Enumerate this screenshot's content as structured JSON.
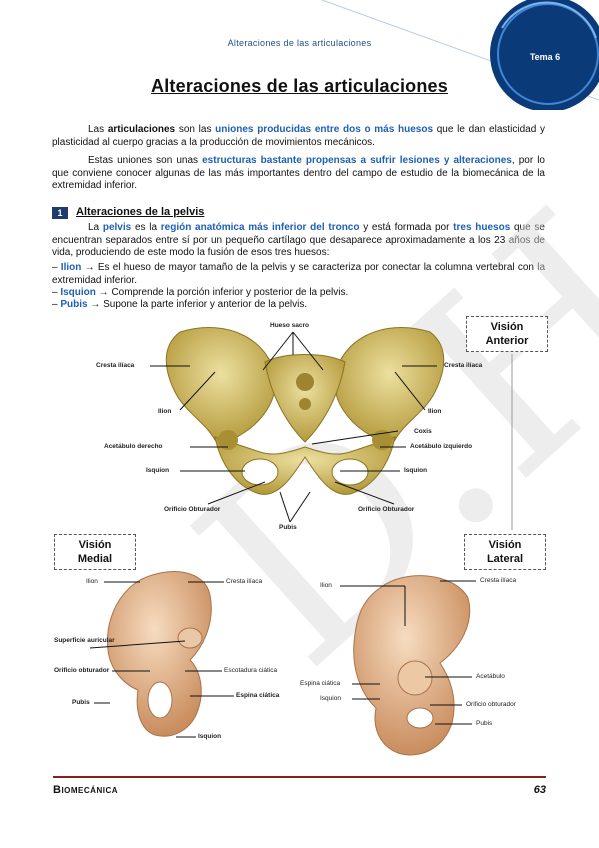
{
  "header": {
    "running_title": "Alteraciones de las articulaciones",
    "tema": "Tema 6"
  },
  "title": "Alteraciones de las articulaciones",
  "intro": {
    "p1": {
      "a": "Las ",
      "b": "articulaciones",
      "c": " son las ",
      "d": "uniones producidas entre dos o más huesos",
      "e": " que le dan elasticidad y plasticidad al cuerpo gracias a la producción de movimientos mecánicos."
    },
    "p2": {
      "a": "Estas uniones son unas ",
      "b": "estructuras bastante propensas a sufrir lesiones y alteraciones",
      "c": ", por lo que conviene conocer algunas de las más importantes dentro del campo de estudio de la biomecánica de la extremidad inferior."
    }
  },
  "section": {
    "number": "1",
    "title": "Alteraciones de la pelvis",
    "p": {
      "a": "La ",
      "b": "pelvis",
      "c": " es la ",
      "d": "región anatómica más inferior del tronco",
      "e": " y está formada por ",
      "f": "tres huesos",
      "g": " que se encuentran separados entre sí por un pequeño cartílago que desaparece aproximadamente a los 23 años de vida, produciendo de este modo la fusión de esos tres huesos:"
    },
    "items": [
      {
        "dash": "– ",
        "name": "Ilion",
        "text": " → Es el hueso de mayor tamaño de la pelvis y se caracteriza por conectar la columna vertebral con la extremidad inferior."
      },
      {
        "dash": "– ",
        "name": "Isquion",
        "text": " → Comprende la porción inferior y posterior de la pelvis."
      },
      {
        "dash": "– ",
        "name": "Pubis",
        "text": " → Supone la parte inferior y anterior de la pelvis."
      }
    ]
  },
  "figure": {
    "anterior": {
      "box": [
        "Visión",
        "Anterior"
      ],
      "labels": {
        "hueso_sacro": "Hueso sacro",
        "cresta_iliaca_l": "Cresta ilíaca",
        "cresta_iliaca_r": "Cresta ilíaca",
        "ilion_l": "Ilion",
        "ilion_r": "Ilion",
        "coxis": "Coxis",
        "acetabulo_derecho": "Acetábulo derecho",
        "acetabulo_izquierdo": "Acetábulo izquierdo",
        "isquion_l": "Isquion",
        "isquion_r": "Isquion",
        "orificio_obturador_l": "Orificio Obturador",
        "orificio_obturador_r": "Orificio Obturador",
        "pubis": "Pubis"
      }
    },
    "medial": {
      "box": [
        "Visión",
        "Medial"
      ],
      "labels": {
        "ilion": "Ilion",
        "cresta_iliaca": "Cresta ilíaca",
        "superficie_auricular": "Superficie auricular",
        "orificio_obturador": "Orificio obturador",
        "escotadura_ciatica": "Escotadura ciática",
        "espina_ciatica": "Espina ciática",
        "pubis": "Pubis",
        "isquion": "Isquion"
      }
    },
    "lateral": {
      "box": [
        "Visión",
        "Lateral"
      ],
      "labels": {
        "ilion": "Ilion",
        "cresta_iliaca": "Cresta ilíaca",
        "acetabulo": "Acetábulo",
        "espina_ciatica": "Espina ciática",
        "isquion": "Isquion",
        "orificio_obturador": "Orificio obturador",
        "pubis": "Pubis"
      }
    },
    "watermark": "D.H"
  },
  "footer": {
    "left": "Biomecánica",
    "right": "63"
  },
  "colors": {
    "accent_blue": "#1f5fb4",
    "badge_navy": "#0b3a78",
    "footer_rule": "#8b1f1f",
    "bone_yellow": "#cdb75a",
    "bone_tan": "#e2b88f"
  }
}
